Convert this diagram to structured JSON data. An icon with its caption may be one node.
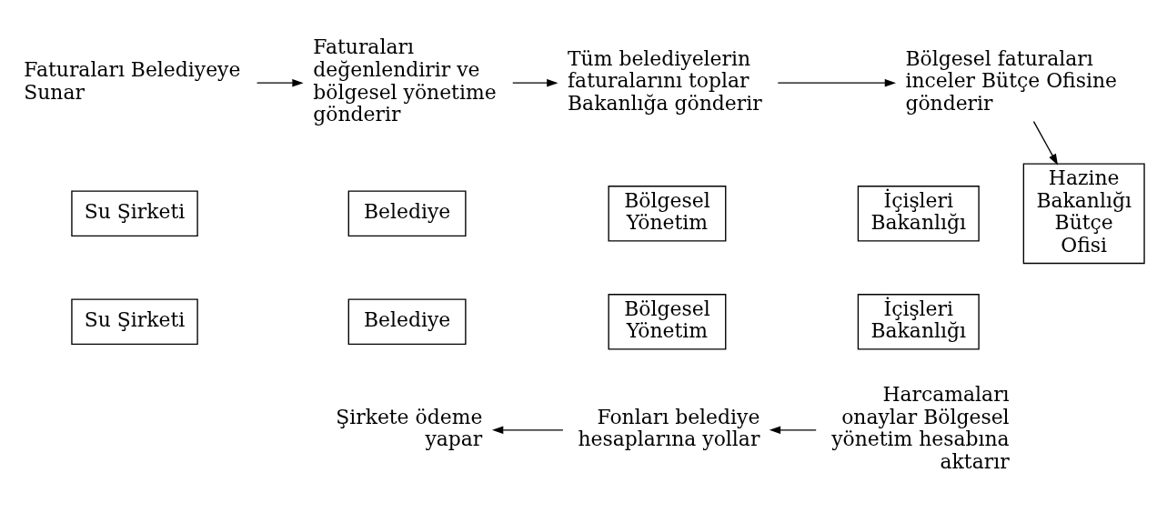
{
  "diagram": {
    "nodes": [
      {
        "text": [
          "Faturaları Belediyeye Sunar"
        ]
      },
      {
        "text": [
          "Faturaları değenlendirir ve bölgesel yönetime gönderir"
        ]
      },
      {
        "text": [
          "Tüm belediyelerin faturalarını toplar Bakanlığa gönderir"
        ]
      },
      {
        "text": [
          "Bölgesel faturaları inceler Bütçe Ofisine gönderir"
        ]
      },
      {
        "text": [
          "Su Şirketi"
        ]
      },
      {
        "text": [
          "Belediye"
        ]
      },
      {
        "text": [
          "Bölgesel Yönetim"
        ]
      },
      {
        "text": [
          "İçişleri Bakanlığı"
        ]
      },
      {
        "text": [
          "Hazine Bakanlığı Bütçe Ofisi"
        ]
      },
      {
        "text": [
          "Su Şirketi"
        ]
      },
      {
        "text": [
          "Belediye"
        ]
      },
      {
        "text": [
          "Bölgesel Yönetim"
        ]
      },
      {
        "text": [
          "İçişleri Bakanlığı"
        ]
      },
      {
        "text": [
          "Şirkete ödeme yapar"
        ]
      },
      {
        "text": [
          "Fonları belediye hesaplarına yollar"
        ]
      },
      {
        "text": [
          "Harcamaları onaylar Bölgesel yönetim hesabına aktarır"
        ]
      }
    ],
    "edges": [
      {
        "from": 0,
        "to": 1,
        "arrow": "to"
      },
      {
        "from": 1,
        "to": 2,
        "arrow": "to"
      },
      {
        "from": 2,
        "to": 3,
        "arrow": "to"
      },
      {
        "from": 3,
        "to": 8,
        "arrow": "to"
      },
      {
        "from": 15,
        "to": 14,
        "arrow": "to"
      },
      {
        "from": 14,
        "to": 13,
        "arrow": "to"
      }
    ]
  }
}
